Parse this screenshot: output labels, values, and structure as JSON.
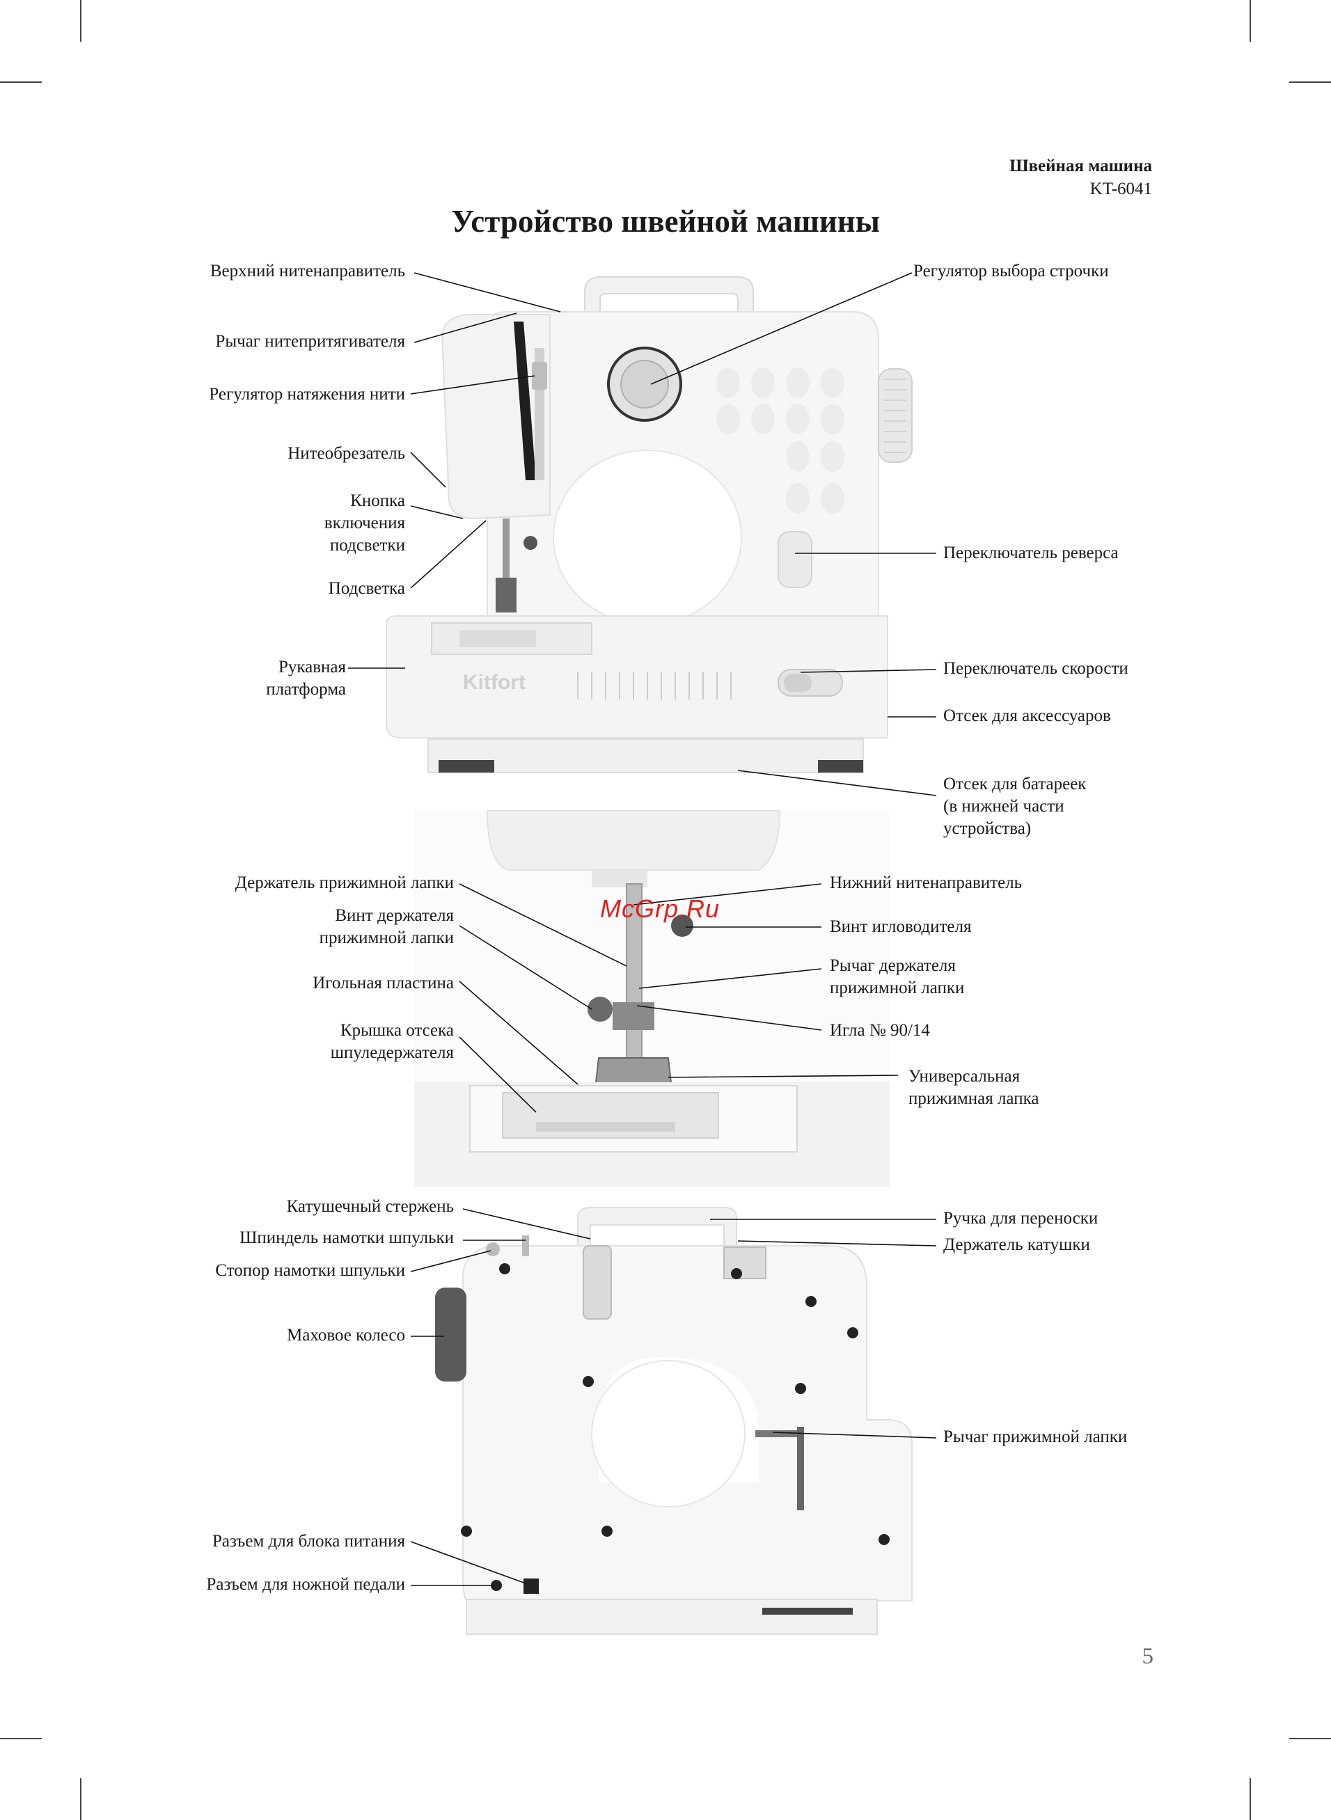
{
  "header": {
    "product": "Швейная машина",
    "model": "KT-6041"
  },
  "title": "Устройство швейной машины",
  "machine_logo": "Kitfort",
  "watermark": "McGrp.Ru",
  "page_number": "5",
  "figure1": {
    "left_labels": [
      "Верхний нитенаправитель",
      "Рычаг нитепритягивателя",
      "Регулятор натяжения нити",
      "Нитеобрезатель",
      "Кнопка",
      "включения",
      "подсветки",
      "Подсветка",
      "Рукавная",
      "платформа"
    ],
    "right_labels": [
      "Регулятор выбора строчки",
      "Переключатель реверса",
      "Переключатель скорости",
      "Отсек для аксессуаров",
      "Отсек для батареек",
      "(в нижней части",
      "устройства)"
    ]
  },
  "figure2": {
    "left_labels": [
      "Держатель прижимной лапки",
      "Винт держателя",
      "прижимной лапки",
      "Игольная пластина",
      "Крышка отсека",
      "шпуледержателя"
    ],
    "right_labels": [
      "Нижний нитенаправитель",
      "Винт игловодителя",
      "Рычаг держателя",
      "прижимной лапки",
      "Игла № 90/14",
      "Универсальная",
      "прижимная лапка"
    ]
  },
  "figure3": {
    "left_labels": [
      "Катушечный стержень",
      "Шпиндель намотки шпульки",
      "Стопор намотки шпульки",
      "Маховое колесо",
      "Разъем для блока питания",
      "Разъем для ножной педали"
    ],
    "right_labels": [
      "Ручка для переноски",
      "Держатель катушки",
      "Рычаг прижимной лапки"
    ]
  }
}
